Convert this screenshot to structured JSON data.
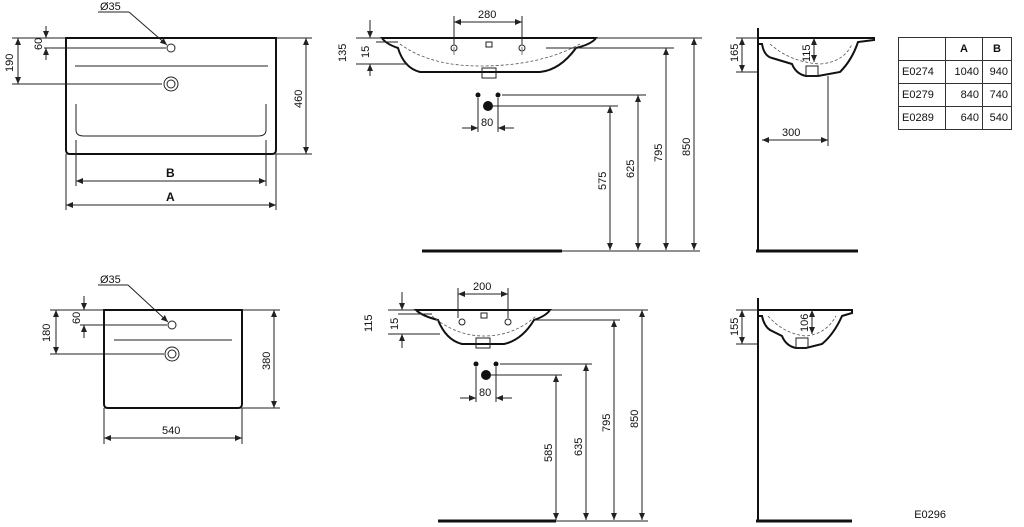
{
  "large": {
    "plan": {
      "hole_dia": "Ø35",
      "tap_offset": "60",
      "drain_offset": "190",
      "depth": "460",
      "width_b": "B",
      "width_a": "A"
    },
    "front": {
      "spacing": "280",
      "rim_height": "135",
      "rim_thickness": "15",
      "trap_spacing": "80",
      "h_575": "575",
      "h_625": "625",
      "h_795": "795",
      "h_850": "850"
    },
    "side": {
      "h_165": "165",
      "h_115": "115",
      "projection": "300"
    }
  },
  "small": {
    "plan": {
      "hole_dia": "Ø35",
      "tap_offset": "60",
      "drain_offset": "180",
      "depth": "380",
      "width": "540"
    },
    "front": {
      "spacing": "200",
      "rim_height": "115",
      "rim_thickness": "15",
      "trap_spacing": "80",
      "h_585": "585",
      "h_635": "635",
      "h_795": "795",
      "h_850": "850"
    },
    "side": {
      "h_155": "155",
      "h_106": "106"
    }
  },
  "table": {
    "headers": [
      "",
      "A",
      "B"
    ],
    "rows": [
      {
        "code": "E0274",
        "a": "1040",
        "b": "940"
      },
      {
        "code": "E0279",
        "a": "840",
        "b": "740"
      },
      {
        "code": "E0289",
        "a": "640",
        "b": "540"
      }
    ]
  },
  "drawing_code": "E0296"
}
